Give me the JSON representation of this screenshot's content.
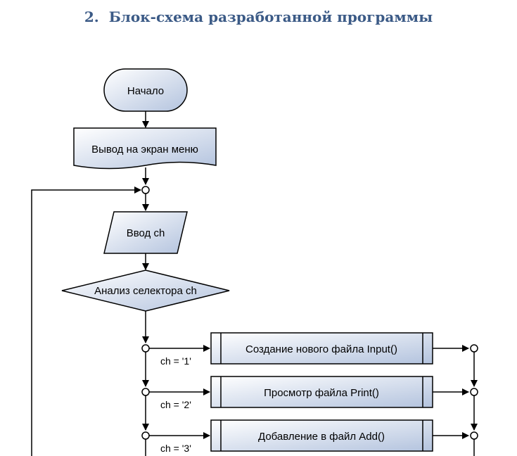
{
  "heading": {
    "number": "2.",
    "title": "Блок-схема разработанной программы"
  },
  "flowchart": {
    "start": "Начало",
    "menu_output": "Вывод на экран меню",
    "input": "Ввод ch",
    "decision": "Анализ селектора ch",
    "branches": [
      {
        "condition": "ch = '1'",
        "action": "Создание нового файла Input()"
      },
      {
        "condition": "ch = '2'",
        "action": "Просмотр файла Print()"
      },
      {
        "condition": "ch = '3'",
        "action": "Добавление в файл Add()"
      }
    ]
  },
  "colors": {
    "heading": "#3b5a86",
    "shape_fill_light": "#ffffff",
    "shape_fill_dark": "#b3c3de",
    "stroke": "#000000"
  }
}
